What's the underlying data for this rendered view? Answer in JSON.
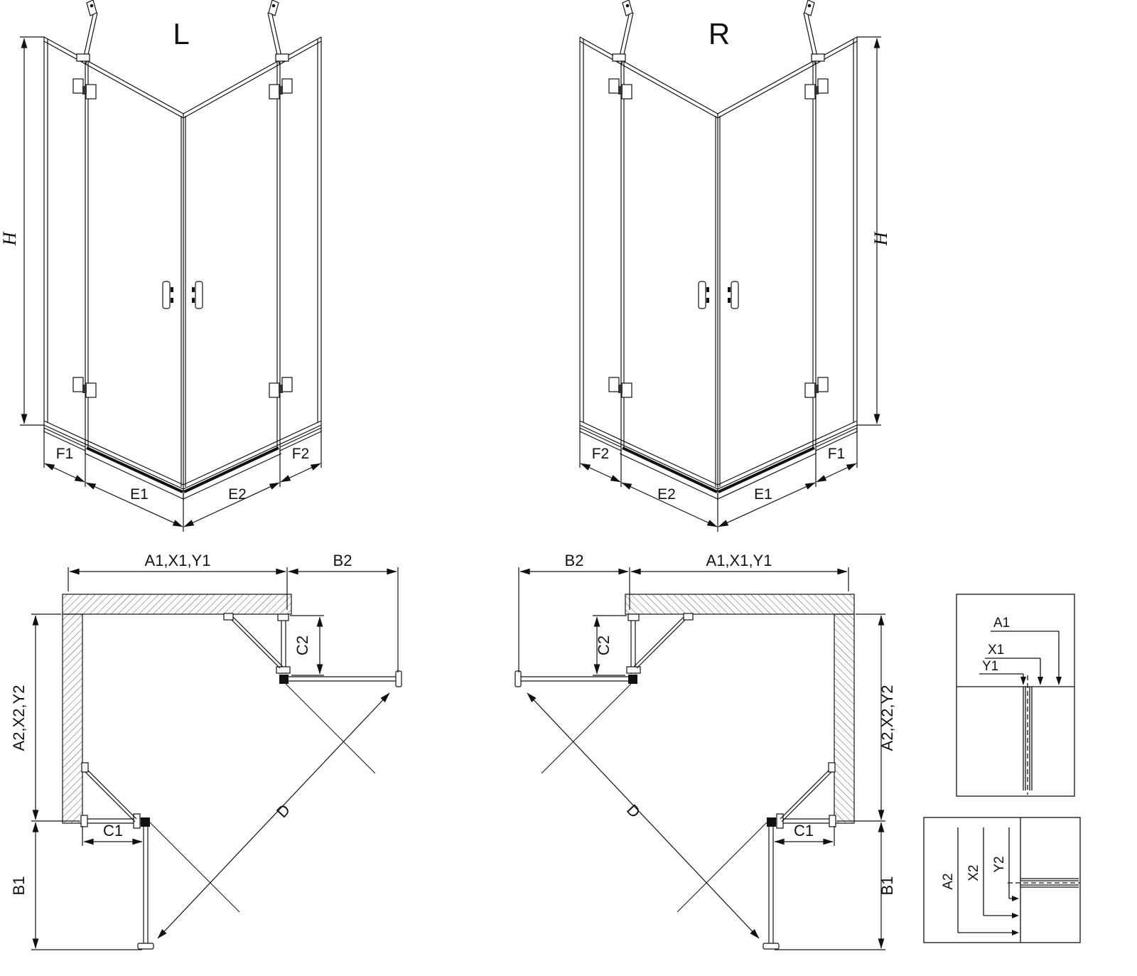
{
  "left3d": {
    "title": "L",
    "h": "H",
    "f1": "F1",
    "e1": "E1",
    "e2": "E2",
    "f2": "F2"
  },
  "right3d": {
    "title": "R",
    "h": "H",
    "f1": "F1",
    "e1": "E1",
    "e2": "E2",
    "f2": "F2"
  },
  "leftPlan": {
    "a1": "A1,X1,Y1",
    "b2": "B2",
    "c2": "C2",
    "a2": "A2,X2,Y2",
    "c1": "C1",
    "b1": "B1",
    "d": "D"
  },
  "rightPlan": {
    "a1": "A1,X1,Y1",
    "b2": "B2",
    "c2": "C2",
    "a2": "A2,X2,Y2",
    "c1": "C1",
    "b1": "B1",
    "d": "D"
  },
  "detailTop": {
    "a1": "A1",
    "x1": "X1",
    "y1": "Y1"
  },
  "detailBottom": {
    "a2": "A2",
    "x2": "X2",
    "y2": "Y2"
  }
}
